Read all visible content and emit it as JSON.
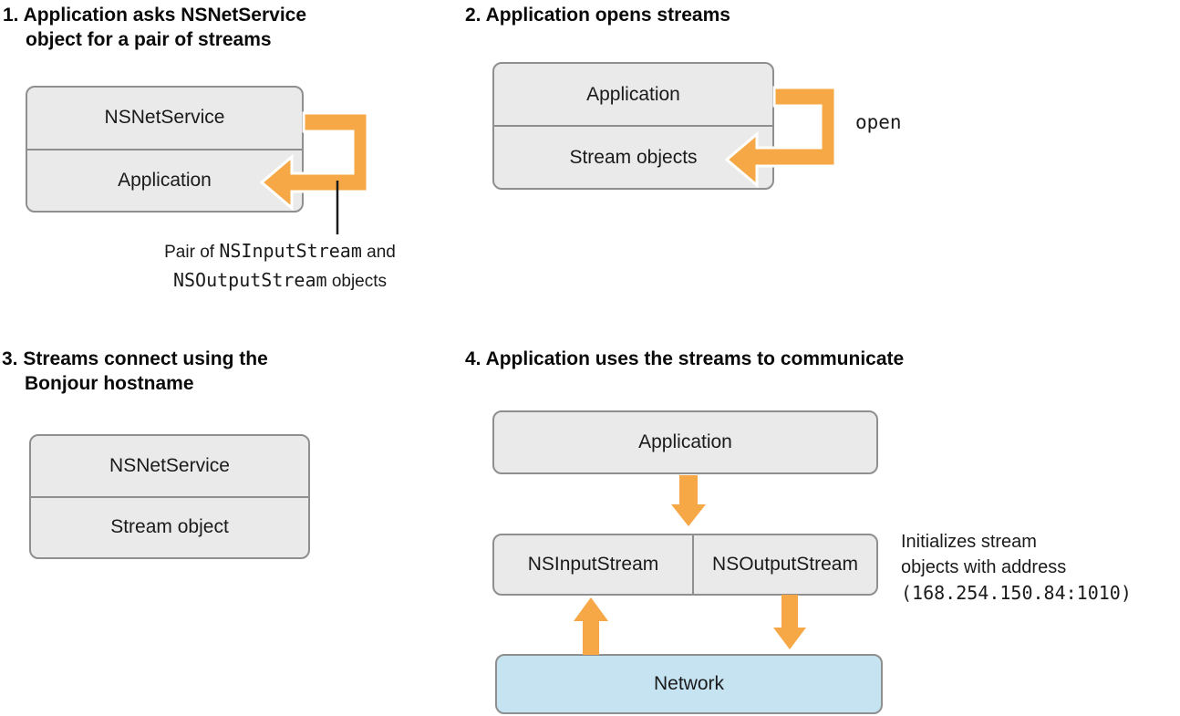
{
  "colors": {
    "background": "#ffffff",
    "accent_orange": "#f5a845",
    "box_fill": "#eaeaea",
    "box_border": "#8f8f8f",
    "network_fill": "#c5e3f1",
    "text": "#1a1a1a"
  },
  "steps": [
    {
      "title_line1": "1. Application asks NSNetService",
      "title_line2": "object for a pair of streams",
      "box": {
        "row1": "NSNetService",
        "row2": "Application"
      },
      "note": {
        "pre": "Pair of ",
        "code1": "NSInputStream",
        "mid": " and",
        "code2": "NSOutputStream",
        "post": " objects"
      }
    },
    {
      "title_line1": "2. Application opens streams",
      "box": {
        "row1": "Application",
        "row2": "Stream objects"
      },
      "arrow_label": "open"
    },
    {
      "title_line1": "3. Streams connect using the",
      "title_line2": "Bonjour hostname",
      "box": {
        "row1": "NSNetService",
        "row2": "Stream object"
      }
    },
    {
      "title_line1": "4. Application uses the streams to communicate",
      "app_box": "Application",
      "input_box": "NSInputStream",
      "output_box": "NSOutputStream",
      "network_box": "Network",
      "annotation_line1": "Initializes stream",
      "annotation_line2": "objects with address",
      "annotation_code": "(168.254.150.84:1010)"
    }
  ]
}
